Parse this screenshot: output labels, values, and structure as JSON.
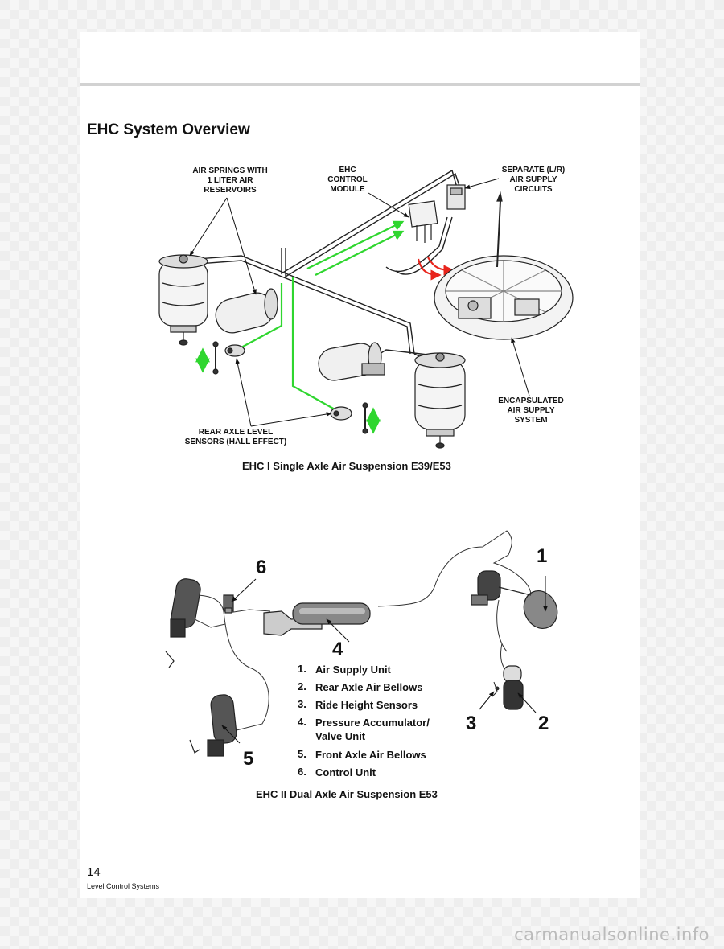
{
  "page": {
    "title": "EHC System Overview",
    "page_number": "14",
    "section": "Level Control Systems"
  },
  "figure1": {
    "callouts": {
      "air_springs": "AIR SPRINGS WITH\n1 LITER AIR\nRESERVOIRS",
      "control_module": "EHC\nCONTROL\nMODULE",
      "supply_circuits": "SEPARATE (L/R)\nAIR SUPPLY\nCIRCUITS",
      "encapsulated": "ENCAPSULATED\nAIR SUPPLY\nSYSTEM",
      "level_sensors": "REAR AXLE LEVEL\nSENSORS (HALL EFFECT)"
    },
    "caption": "EHC I Single Axle Air Suspension E39/E53"
  },
  "figure2": {
    "legend": [
      {
        "num": "1.",
        "label": "Air Supply Unit"
      },
      {
        "num": "2.",
        "label": "Rear Axle Air Bellows"
      },
      {
        "num": "3.",
        "label": "Ride Height Sensors"
      },
      {
        "num": "4.",
        "label": "Pressure Accumulator/\nValve Unit"
      },
      {
        "num": "5.",
        "label": "Front Axle Air Bellows"
      },
      {
        "num": "6.",
        "label": "Control Unit"
      }
    ],
    "numbers": [
      "1",
      "2",
      "3",
      "4",
      "5",
      "6"
    ],
    "caption": "EHC II Dual Axle Air Suspension E53"
  },
  "watermark": "carmanualsonline.info",
  "colors": {
    "signal_line": "#2fd62f",
    "supply_arrow": "#e8241c",
    "ink": "#111111"
  }
}
